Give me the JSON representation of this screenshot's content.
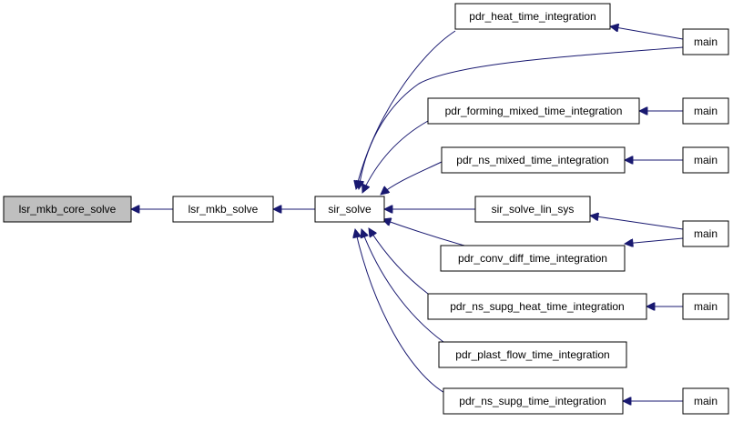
{
  "colors": {
    "edge": "#191970",
    "root_fill": "#bfbfbf",
    "node_fill": "#ffffff",
    "border": "#000000"
  },
  "nodes": [
    {
      "id": "lsr_mkb_core_solve",
      "label": "lsr_mkb_core_solve"
    },
    {
      "id": "lsr_mkb_solve",
      "label": "lsr_mkb_solve"
    },
    {
      "id": "sir_solve",
      "label": "sir_solve"
    },
    {
      "id": "pdr_heat_time_integration",
      "label": "pdr_heat_time_integration"
    },
    {
      "id": "pdr_forming_mixed_time_integration",
      "label": "pdr_forming_mixed_time_integration"
    },
    {
      "id": "pdr_ns_mixed_time_integration",
      "label": "pdr_ns_mixed_time_integration"
    },
    {
      "id": "sir_solve_lin_sys",
      "label": "sir_solve_lin_sys"
    },
    {
      "id": "pdr_conv_diff_time_integration",
      "label": "pdr_conv_diff_time_integration"
    },
    {
      "id": "pdr_ns_supg_heat_time_integration",
      "label": "pdr_ns_supg_heat_time_integration"
    },
    {
      "id": "pdr_plast_flow_time_integration",
      "label": "pdr_plast_flow_time_integration"
    },
    {
      "id": "pdr_ns_supg_time_integration",
      "label": "pdr_ns_supg_time_integration"
    },
    {
      "id": "main_1",
      "label": "main"
    },
    {
      "id": "main_2",
      "label": "main"
    },
    {
      "id": "main_3",
      "label": "main"
    },
    {
      "id": "main_4",
      "label": "main"
    },
    {
      "id": "main_5",
      "label": "main"
    },
    {
      "id": "main_6",
      "label": "main"
    }
  ]
}
